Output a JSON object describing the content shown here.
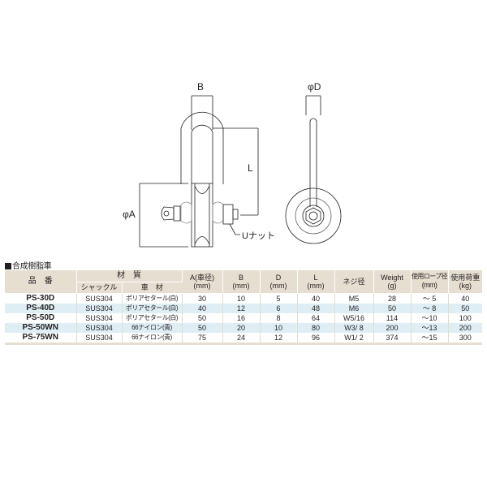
{
  "diagram": {
    "labels": {
      "B": "B",
      "L": "L",
      "phiA": "φA",
      "phiD": "φD",
      "u_nut": "Uナット"
    }
  },
  "section": {
    "title": "合成樹脂車"
  },
  "table": {
    "headers": {
      "part_no": "品　番",
      "material": "材　質",
      "shackle": "シャックル",
      "wheel_material": "車　材",
      "A": "A(車径)",
      "A_unit": "(mm)",
      "B": "B",
      "B_unit": "(mm)",
      "D": "D",
      "D_unit": "(mm)",
      "L": "L",
      "L_unit": "(mm)",
      "thread": "ネジ径",
      "weight": "Weight",
      "weight_unit": "(g)",
      "rope": "使用ロープ径",
      "rope_unit": "(mm)",
      "load": "使用荷重",
      "load_unit": "(kg)"
    },
    "rows": [
      {
        "part_no": "PS-30D",
        "shackle": "SUS304",
        "wheel": "ポリアセタール(白)",
        "A": "30",
        "B": "10",
        "D": "5",
        "L": "40",
        "thread": "M5",
        "weight": "28",
        "rope": "～ 5",
        "load": "40"
      },
      {
        "part_no": "PS-40D",
        "shackle": "SUS304",
        "wheel": "ポリアセタール(白)",
        "A": "40",
        "B": "12",
        "D": "6",
        "L": "48",
        "thread": "M6",
        "weight": "50",
        "rope": "～ 8",
        "load": "50"
      },
      {
        "part_no": "PS-50D",
        "shackle": "SUS304",
        "wheel": "ポリアセタール(白)",
        "A": "50",
        "B": "16",
        "D": "8",
        "L": "64",
        "thread": "W5/16",
        "weight": "114",
        "rope": "～10",
        "load": "100"
      },
      {
        "part_no": "PS-50WN",
        "shackle": "SUS304",
        "wheel": "66ナイロン(青)",
        "A": "50",
        "B": "20",
        "D": "10",
        "L": "80",
        "thread": "W3/ 8",
        "weight": "200",
        "rope": "～13",
        "load": "200"
      },
      {
        "part_no": "PS-75WN",
        "shackle": "SUS304",
        "wheel": "66ナイロン(青)",
        "A": "75",
        "B": "24",
        "D": "12",
        "L": "96",
        "thread": "W1/ 2",
        "weight": "374",
        "rope": "～15",
        "load": "300"
      }
    ]
  }
}
